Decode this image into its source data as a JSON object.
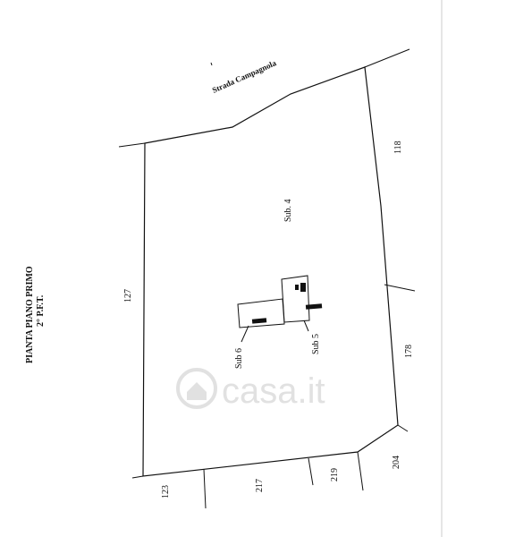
{
  "title": {
    "line1": "PIANTA PIANO PRIMO",
    "line2": "2° P.F.T."
  },
  "road_name": "Strada Campagnola",
  "parcels": {
    "p127": "127",
    "p118": "118",
    "p178": "178",
    "p123": "123",
    "p217": "217",
    "p219": "219",
    "p204": "204"
  },
  "subunits": {
    "sub4": "Sub. 4",
    "sub5": "Sub 5",
    "sub6": "Sub 6"
  },
  "watermark": {
    "text": "casa.it",
    "icon": "house-icon"
  },
  "colors": {
    "line": "#111111",
    "page_edge": "#cccccc",
    "watermark": "#c9c9c9"
  }
}
